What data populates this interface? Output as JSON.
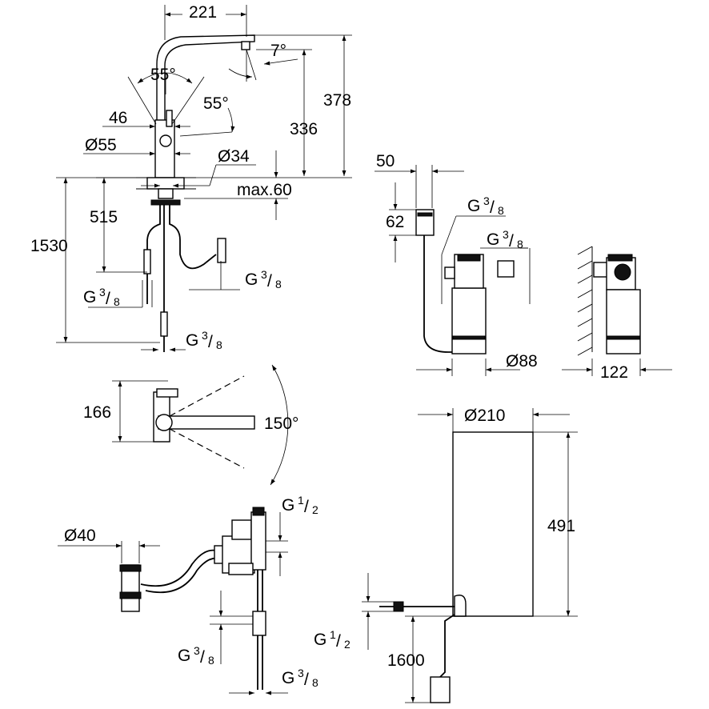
{
  "dimensions": {
    "spout_reach": "221",
    "tilt_angle": "7°",
    "lever_angle_left": "55°",
    "lever_angle_right": "55°",
    "height_total": "378",
    "height_spout": "336",
    "lever_offset": "46",
    "body_diameter": "Ø55",
    "hole_diameter": "Ø34",
    "deck_thickness": "max.60",
    "hose_depth": "515",
    "hose_total": "1530",
    "swivel_depth": "166",
    "swivel_angle": "150°",
    "filter_head_width": "50",
    "filter_head_height": "62",
    "filter_diameter": "Ø88",
    "filter_wall_distance": "122",
    "boiler_diameter": "Ø210",
    "boiler_height": "491",
    "cable_length": "1600",
    "drain_diameter": "Ø40"
  },
  "threads": [
    {
      "id": "faucet_left",
      "main": "G",
      "num": "3",
      "den": "8"
    },
    {
      "id": "faucet_right",
      "main": "G",
      "num": "3",
      "den": "8"
    },
    {
      "id": "faucet_bottom",
      "main": "G",
      "num": "3",
      "den": "8"
    },
    {
      "id": "filter_top",
      "main": "G",
      "num": "3",
      "den": "8"
    },
    {
      "id": "filter_valve",
      "main": "G",
      "num": "3",
      "den": "8"
    },
    {
      "id": "valve_top",
      "main": "G",
      "num": "1",
      "den": "2"
    },
    {
      "id": "valve_left",
      "main": "G",
      "num": "3",
      "den": "8"
    },
    {
      "id": "valve_bottom",
      "main": "G",
      "num": "3",
      "den": "8"
    },
    {
      "id": "boiler_left",
      "main": "G",
      "num": "1",
      "den": "2"
    }
  ]
}
